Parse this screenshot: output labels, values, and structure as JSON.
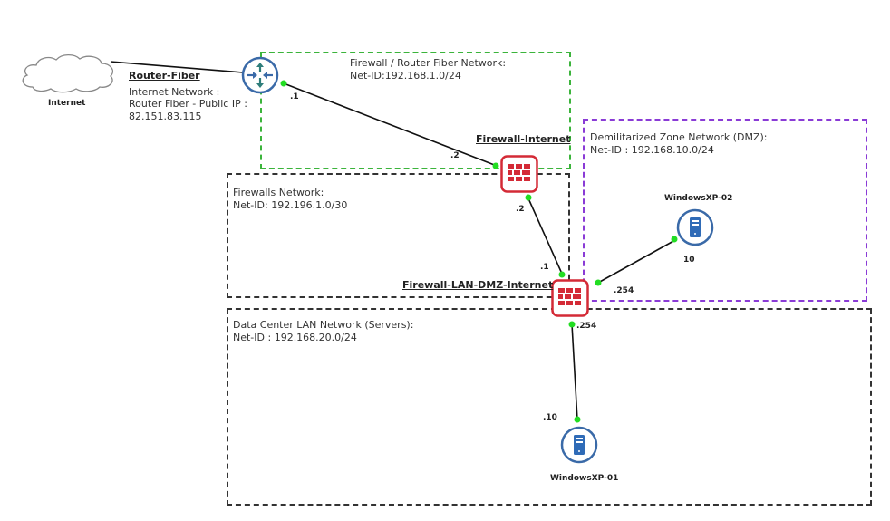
{
  "diagram": {
    "type": "network-topology",
    "colors": {
      "router": "#3a6aa8",
      "router_arrows": "#2e7d7a",
      "firewall": "#d42a36",
      "server": "#2f6bb7",
      "port_dot": "#22dd22",
      "zone_wan": "#3bb43b",
      "zone_dmz": "#8a3bd6",
      "zone_default": "#333333"
    },
    "cloud": {
      "label": "Internet"
    },
    "router": {
      "name": "Router-Fiber",
      "info": [
        "Internet Network :",
        "Router Fiber - Public IP :",
        "82.151.83.115"
      ]
    },
    "firewalls": [
      {
        "name": "Firewall-Internet"
      },
      {
        "name": "Firewall-LAN-DMZ-Internet"
      }
    ],
    "servers": [
      {
        "name": "WindowsXP-02"
      },
      {
        "name": "WindowsXP-01"
      }
    ],
    "zones": [
      {
        "id": "wan",
        "title": "Firewall  / Router Fiber Network:",
        "netid": "Net-ID:192.168.1.0/24"
      },
      {
        "id": "fw",
        "title": "Firewalls Network:",
        "netid": "Net-ID:  192.196.1.0/30"
      },
      {
        "id": "dmz",
        "title": "Demilitarized Zone Network (DMZ):",
        "netid": "Net-ID : 192.168.10.0/24"
      },
      {
        "id": "lan",
        "title": "Data Center LAN Network (Servers):",
        "netid": "Net-ID : 192.168.20.0/24"
      }
    ],
    "port_labels": {
      "router_wan": ".1",
      "fw1_wan": ".2",
      "fw1_fw": ".2",
      "fw2_fw": ".1",
      "fw2_dmz": ".254",
      "xp02": "10",
      "fw2_lan": ".254",
      "xp01": ".10"
    },
    "links": [
      {
        "from": "Internet",
        "to": "Router-Fiber"
      },
      {
        "from": "Router-Fiber",
        "to": "Firewall-Internet"
      },
      {
        "from": "Firewall-Internet",
        "to": "Firewall-LAN-DMZ-Internet"
      },
      {
        "from": "Firewall-LAN-DMZ-Internet",
        "to": "WindowsXP-02"
      },
      {
        "from": "Firewall-LAN-DMZ-Internet",
        "to": "WindowsXP-01"
      }
    ]
  }
}
